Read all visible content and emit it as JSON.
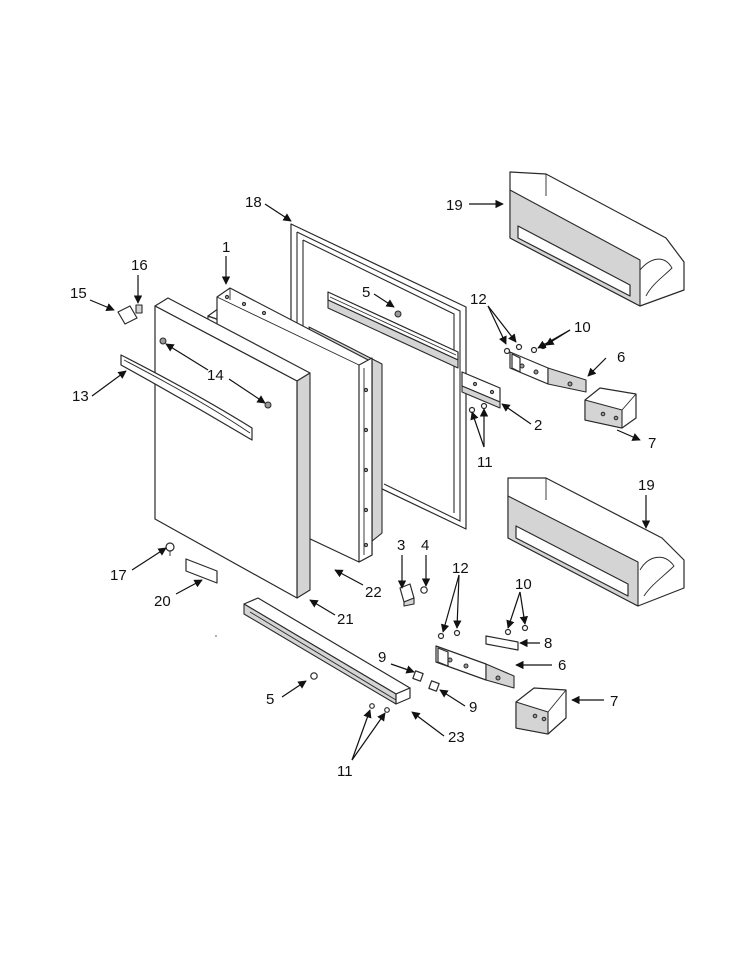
{
  "callouts": {
    "c1": "1",
    "c2": "2",
    "c4": "4",
    "c3": "3",
    "c5a": "5",
    "c5b": "5",
    "c6a": "6",
    "c6b": "6",
    "c7a": "7",
    "c7b": "7",
    "c8": "8",
    "c9a": "9",
    "c9b": "9",
    "c10a": "10",
    "c10b": "10",
    "c11a": "11",
    "c11b": "11",
    "c12a": "12",
    "c12b": "12",
    "c13": "13",
    "c14": "14",
    "c15": "15",
    "c16": "16",
    "c17": "17",
    "c18": "18",
    "c19a": "19",
    "c19b": "19",
    "c20": "20",
    "c21": "21",
    "c22": "22",
    "c23": "23"
  }
}
